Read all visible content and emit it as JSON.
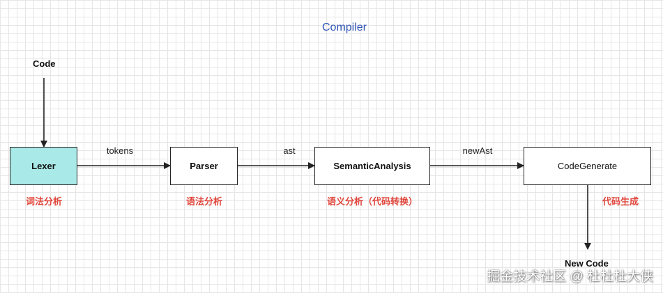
{
  "title": "Compiler",
  "input_label": "Code",
  "output_label": "New Code",
  "nodes": [
    {
      "id": "lexer",
      "label": "Lexer",
      "sublabel": "词法分析"
    },
    {
      "id": "parser",
      "label": "Parser",
      "sublabel": "语法分析"
    },
    {
      "id": "semantic",
      "label": "SemanticAnalysis",
      "sublabel": "语义分析（代码转换）"
    },
    {
      "id": "codegen",
      "label": "CodeGenerate",
      "sublabel": "代码生成"
    }
  ],
  "edges": [
    {
      "from": "lexer",
      "to": "parser",
      "label": "tokens"
    },
    {
      "from": "parser",
      "to": "semantic",
      "label": "ast"
    },
    {
      "from": "semantic",
      "to": "codegen",
      "label": "newAst"
    }
  ],
  "colors": {
    "title": "#2f55b6",
    "lexer_fill": "#a9e9e7",
    "sublabel": "#e0463b"
  },
  "watermark": "掘金技术社区 @ 杜杜杜大侠"
}
